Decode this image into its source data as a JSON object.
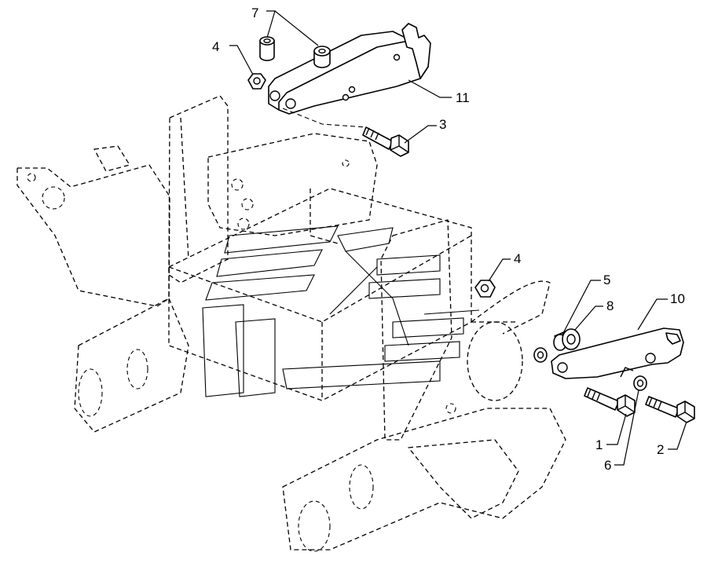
{
  "diagram": {
    "callouts": {
      "c1": "1",
      "c2": "2",
      "c3": "3",
      "c4a": "4",
      "c4b": "4",
      "c5": "5",
      "c6": "6",
      "c7": "7",
      "c8": "8",
      "c10": "10",
      "c11": "11"
    }
  }
}
